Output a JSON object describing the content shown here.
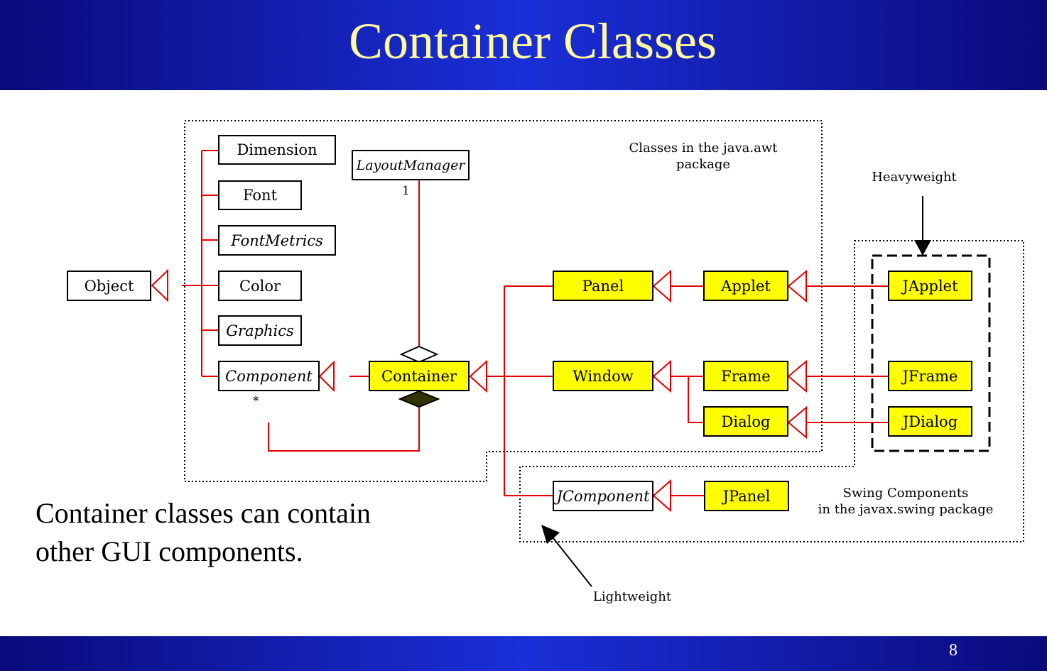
{
  "slide": {
    "title": "Container Classes",
    "page_number": "8"
  },
  "classes": {
    "object": "Object",
    "dimension": "Dimension",
    "font": "Font",
    "fontmetrics": "FontMetrics",
    "color": "Color",
    "graphics": "Graphics",
    "component": "Component",
    "layoutmanager": "LayoutManager",
    "container": "Container",
    "panel": "Panel",
    "applet": "Applet",
    "window": "Window",
    "frame": "Frame",
    "dialog": "Dialog",
    "japplet": "JApplet",
    "jframe": "JFrame",
    "jdialog": "JDialog",
    "jcomponent": "JComponent",
    "jpanel": "JPanel"
  },
  "multiplicities": {
    "layout_one": "1",
    "component_many": "*"
  },
  "notes": {
    "awt_line1": "Classes in the java.awt",
    "awt_line2": "package",
    "heavyweight": "Heavyweight",
    "lightweight": "Lightweight",
    "swing_line1": "Swing Components",
    "swing_line2": "in the javax.swing package"
  },
  "caption": {
    "line1": "Container classes can contain",
    "line2": "other GUI components."
  },
  "colors": {
    "header": "#1a2fd8",
    "title": "#fffaa0",
    "relation": "#e00000",
    "highlight": "#ffff00"
  }
}
